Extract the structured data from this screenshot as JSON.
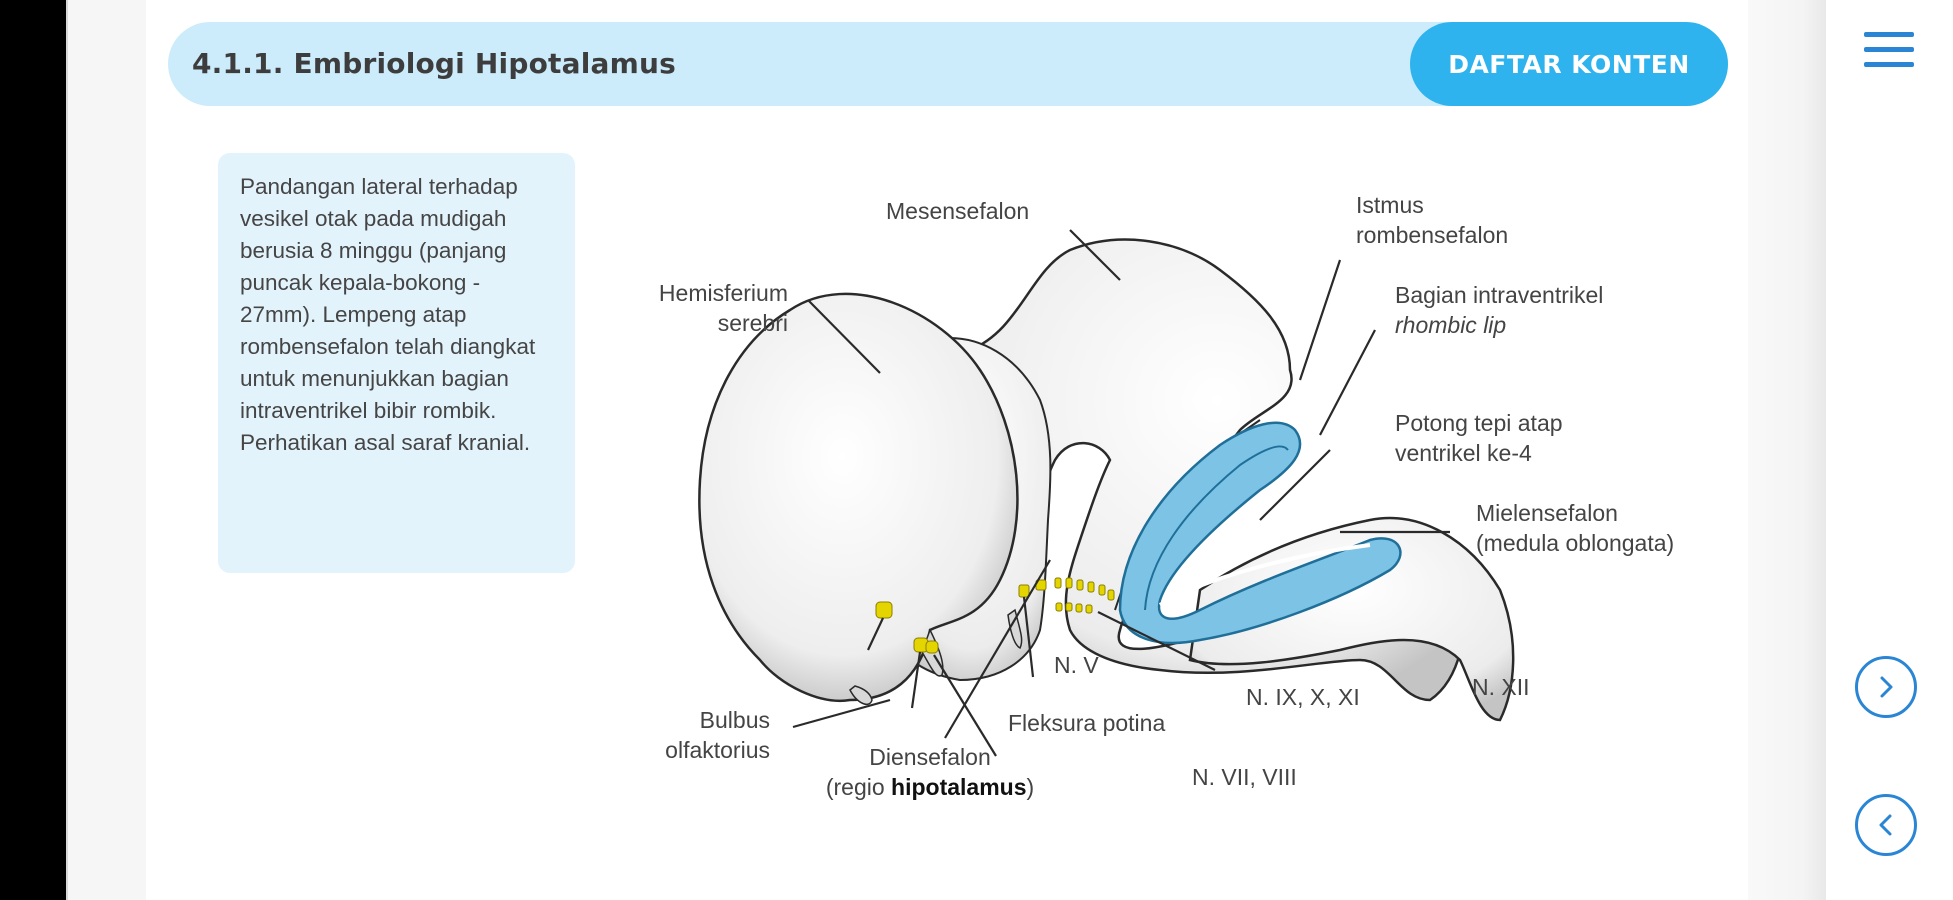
{
  "header": {
    "title": "4.1.1. Embriologi Hipotalamus",
    "toc_button_label": "DAFTAR KONTEN"
  },
  "nav": {
    "menu_icon": "hamburger-menu-icon",
    "next_icon": "chevron-right-circle-icon",
    "prev_icon": "chevron-left-circle-icon"
  },
  "caption": {
    "text": "Pandangan lateral terhadap vesikel otak pada mudigah berusia 8 minggu (panjang puncak kepala-bokong - 27mm). Lempeng atap rombensefalon telah diangkat untuk menunjukkan bagian intraventrikel bibir rombik. Perhatikan asal saraf kranial."
  },
  "figure": {
    "labels": {
      "mesensefalon": "Mesensefalon",
      "istmus_line1": "Istmus",
      "istmus_line2": "rombensefalon",
      "hemisferium_line1": "Hemisferium",
      "hemisferium_line2": "serebri",
      "rhombic_line1": "Bagian intraventrikel",
      "rhombic_line2": "rhombic lip",
      "potong_line1": "Potong tepi atap",
      "potong_line2": "ventrikel ke-4",
      "mielensefalon_line1": "Mielensefalon",
      "mielensefalon_line2": "(medula oblongata)",
      "bulbus_line1": "Bulbus",
      "bulbus_line2": "olfaktorius",
      "diensefalon_line1": "Diensefalon",
      "diensefalon_prefix": "(regio ",
      "diensefalon_bold": "hipotalamus",
      "diensefalon_suffix": ")",
      "n_v": "N. V",
      "fleksura": "Fleksura potina",
      "n_vii_viii": "N. VII, VIII",
      "n_ix_x_xi": "N. IX, X, XI",
      "n_xii": "N. XII"
    },
    "colors": {
      "rhombic_lip": "#7cc3e6",
      "rhombic_lip_edge": "#1f6f99",
      "nerve_roots": "#e4d400",
      "brain_fill": "#f2f2f2",
      "brain_outline": "#2a2a2a"
    }
  },
  "colors": {
    "header_bar": "#ccecfb",
    "accent": "#2eb3ef",
    "nav_icon": "#2a86d4",
    "caption_bg": "#e3f3fc"
  }
}
